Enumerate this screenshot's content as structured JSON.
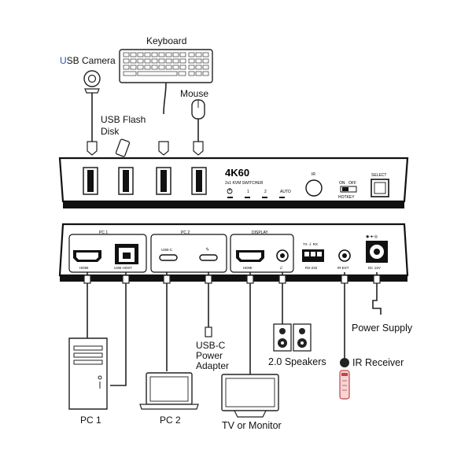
{
  "labels": {
    "usb_camera_u": "U",
    "usb_camera_rest": "SB Camera",
    "keyboard": "Keyboard",
    "mouse": "Mouse",
    "usb_flash_line1": "USB Flash",
    "usb_flash_line2": "Disk",
    "pc1": "PC 1",
    "pc2": "PC 2",
    "usbc_power_line1": "USB-C",
    "usbc_power_line2": "Power",
    "usbc_power_line3": "Adapter",
    "tv_monitor": "TV or Monitor",
    "speakers": "2.0 Speakers",
    "ir_receiver": "IR Receiver",
    "power_supply": "Power Supply"
  },
  "front_panel": {
    "model": "4K60",
    "subtitle": "2x1 KVM SWITCHER",
    "led_labels": [
      "1",
      "2",
      "AUTO"
    ],
    "ir_label": "IR",
    "on_label": "ON",
    "off_label": "OFF",
    "hotkey_label": "HOTKEY",
    "select_label": "SELECT"
  },
  "rear_panel": {
    "group_pc1": "PC 1",
    "group_pc2": "PC 2",
    "group_display": "DISPLAY",
    "hdmi1": "HDMI",
    "usb_host": "USB HOST",
    "usbc": "USB-C",
    "hdmi_out": "HDMI",
    "rs232_top": "TX ⏚ RX",
    "rs232": "RS-232",
    "ir_ext": "IR EXT",
    "dc": "DC 12V"
  }
}
